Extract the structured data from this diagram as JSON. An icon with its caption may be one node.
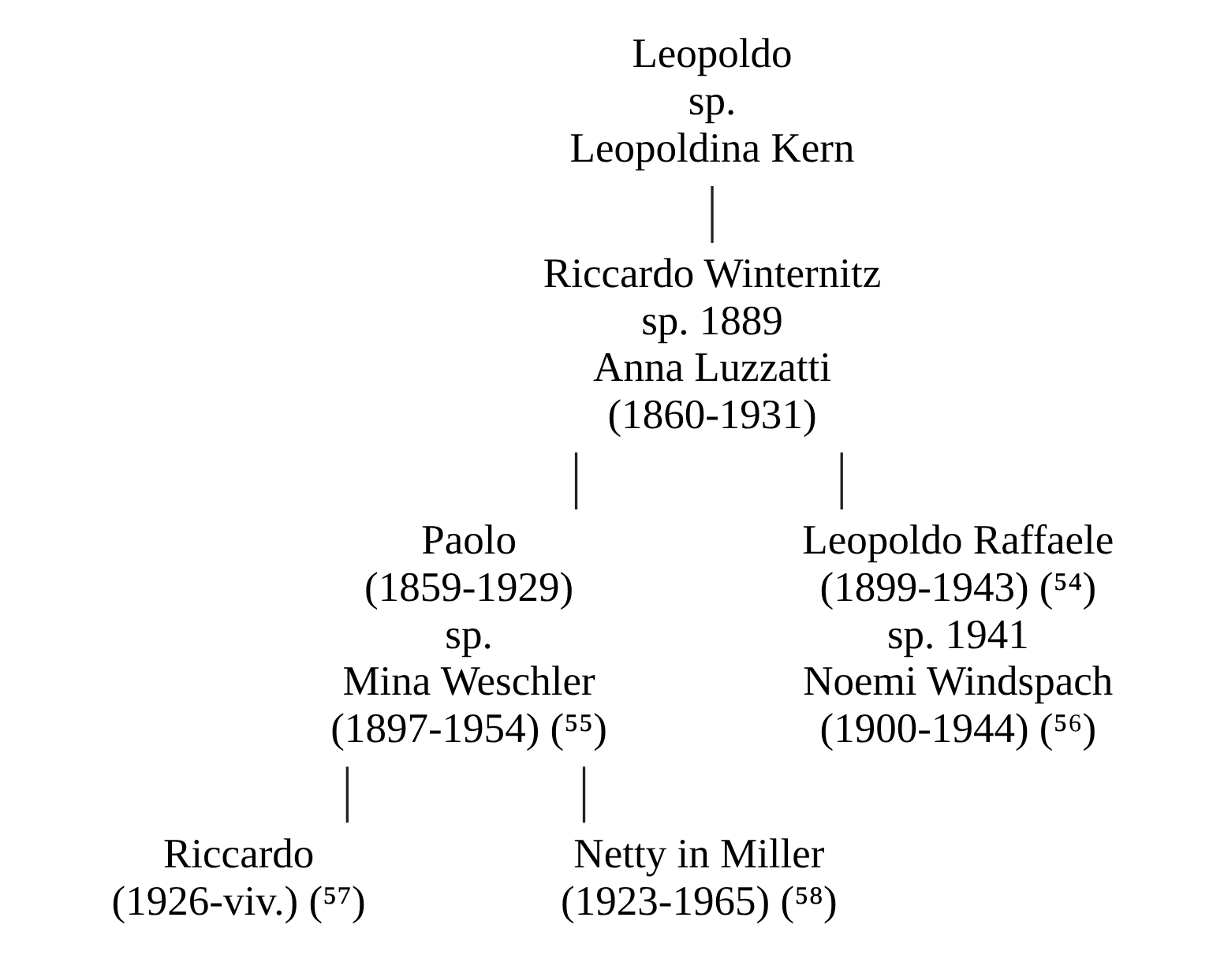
{
  "diagram": {
    "nodes": [
      {
        "text": [
          "Leopoldo",
          "sp.",
          "Leopoldina Kern"
        ]
      },
      {
        "text": [
          "Riccardo Winternitz",
          "sp. 1889",
          "Anna Luzzatti",
          "(1860-1931)"
        ]
      },
      {
        "text": [
          "Paolo",
          "(1859-1929)",
          "sp.",
          "Mina Weschler",
          "(1897-1954) (⁵⁵)"
        ]
      },
      {
        "text": [
          "Leopoldo Raffaele",
          "(1899-1943) (⁵⁴)",
          "sp. 1941",
          "Noemi Windspach",
          "(1900-1944) (⁵⁶)"
        ]
      },
      {
        "text": [
          "Riccardo",
          "(1926-viv.) (⁵⁷)"
        ]
      },
      {
        "text": [
          "Netty in Miller",
          "(1923-1965) (⁵⁸)"
        ]
      }
    ],
    "edges": [
      {
        "from": 0,
        "to": 1,
        "arrow": "none"
      },
      {
        "from": 1,
        "to": 2,
        "arrow": "none"
      },
      {
        "from": 1,
        "to": 3,
        "arrow": "none"
      },
      {
        "from": 2,
        "to": 4,
        "arrow": "none"
      },
      {
        "from": 2,
        "to": 5,
        "arrow": "none"
      }
    ]
  }
}
